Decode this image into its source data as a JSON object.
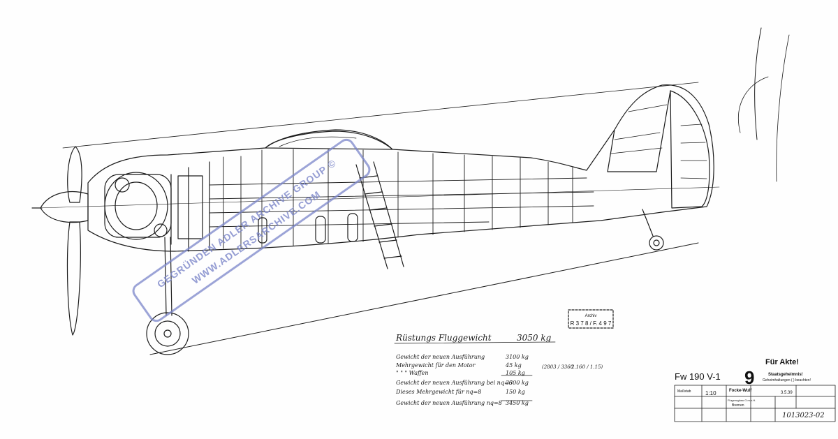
{
  "weight_notes": {
    "heading": "Rüstungs Fluggewicht",
    "heading_value": "3050 kg",
    "rows": [
      {
        "label": "Gewicht der neuen Ausführung",
        "value": "3100 kg"
      },
      {
        "label": "Mehrgewicht für den Motor",
        "value": "45 kg"
      },
      {
        "label": "\" \" \" Waffen",
        "value": "105 kg"
      },
      {
        "label": "Gewicht der neuen Ausführung bei nq=6",
        "value": "3300 kg"
      },
      {
        "label": "Dieses Mehrgewicht für nq=8",
        "value": "150 kg"
      },
      {
        "label": "Gewicht der neuen Ausführung nq=8",
        "value": "3450 kg"
      }
    ],
    "side_note_1": "(2803 / 3360",
    "side_note_2": "2.160 / 1.15)"
  },
  "archive_label": {
    "top": "Archiv",
    "code": "R 3 7 8 / F. 4 9 7"
  },
  "designation": {
    "aircraft": "Fw 190 V-1",
    "sheet_number": "9",
    "fuer_akte": "Für Akte!",
    "secret_1": "Staatsgeheimnis!",
    "secret_2": "Geheimhaltungen ( ) beachten!"
  },
  "title_block": {
    "scale_label": "Maßstab",
    "scale": "1:10",
    "company": "Focke-Wulf",
    "company_2": "Flugzeugbau G.m.b.H.",
    "city": "Bremen",
    "date": "3.5.39",
    "drawing_number": "1013023-02"
  },
  "watermark": {
    "line_1": "GEGRÜNDEN ADLER ARCHIVE GROUP ©",
    "line_2": "WWW.ADLERSARCHIVE.COM"
  }
}
